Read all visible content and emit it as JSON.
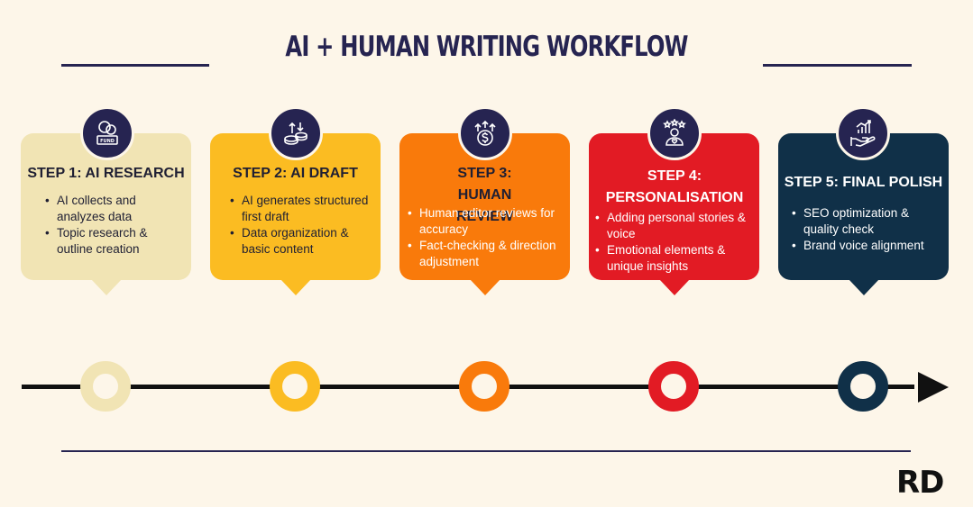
{
  "title": "AI + HUMAN WRITING WORKFLOW",
  "logo": "RD",
  "steps": [
    {
      "heading": "STEP 1: AI RESEARCH",
      "bullets": [
        "AI collects and analyzes data",
        "Topic research & outline creation"
      ],
      "color": "#f1e4b4",
      "text_color": "#1f1f33",
      "node_color": "#f1e4b4",
      "icon": "fund-coin-icon",
      "icon_label": "FUND"
    },
    {
      "heading": "STEP 2: AI DRAFT",
      "bullets": [
        "AI generates structured first draft",
        "Data organization & basic content"
      ],
      "color": "#fbbc22",
      "text_color": "#1f1f33",
      "node_color": "#fbbc22",
      "icon": "coin-stack-icon"
    },
    {
      "heading": "STEP 3: HUMAN REVIEW",
      "bullets": [
        "Human editor reviews for accuracy",
        "Fact-checking & direction adjustment"
      ],
      "color": "#f97a0b",
      "text_color": "#ffffff",
      "heading_color": "#1f1f33",
      "node_color": "#f97a0b",
      "icon": "growth-coin-icon"
    },
    {
      "heading": "STEP 4: PERSONALISATION",
      "bullets": [
        "Adding personal stories & voice",
        "Emotional elements & unique insights"
      ],
      "color": "#e21b24",
      "text_color": "#ffffff",
      "node_color": "#e21b24",
      "icon": "rated-person-icon"
    },
    {
      "heading": "STEP 5: FINAL POLISH",
      "bullets": [
        "SEO optimization & quality check",
        "Brand voice alignment"
      ],
      "color": "#103048",
      "text_color": "#ffffff",
      "node_color": "#103048",
      "icon": "hand-growth-icon"
    }
  ]
}
